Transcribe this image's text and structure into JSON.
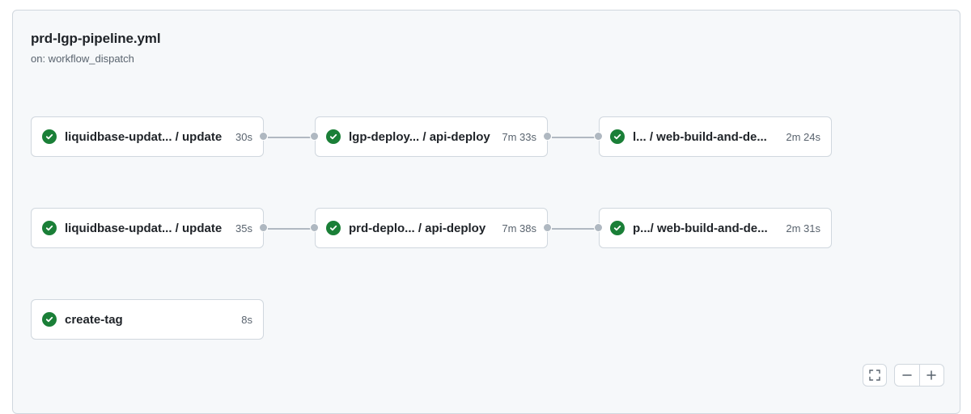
{
  "workflow": {
    "title": "prd-lgp-pipeline.yml",
    "trigger": "on: workflow_dispatch"
  },
  "jobs": [
    {
      "name": "liquidbase-updat... / update",
      "duration": "30s",
      "status": "success"
    },
    {
      "name": "lgp-deploy... / api-deploy",
      "duration": "7m 33s",
      "status": "success"
    },
    {
      "name": "l... / web-build-and-de...",
      "duration": "2m 24s",
      "status": "success"
    },
    {
      "name": "liquidbase-updat... / update",
      "duration": "35s",
      "status": "success"
    },
    {
      "name": "prd-deplo... / api-deploy",
      "duration": "7m 38s",
      "status": "success"
    },
    {
      "name": "p.../ web-build-and-de...",
      "duration": "2m 31s",
      "status": "success"
    },
    {
      "name": "create-tag",
      "duration": "8s",
      "status": "success"
    }
  ],
  "icons": {
    "status": "check-circle-icon",
    "fullscreen": "fullscreen-icon",
    "zoom_out": "minus-icon",
    "zoom_in": "plus-icon"
  },
  "colors": {
    "success": "#1a7f37",
    "panel_bg": "#f6f8fa",
    "border": "#d0d7de",
    "connector": "#afb8c1"
  }
}
